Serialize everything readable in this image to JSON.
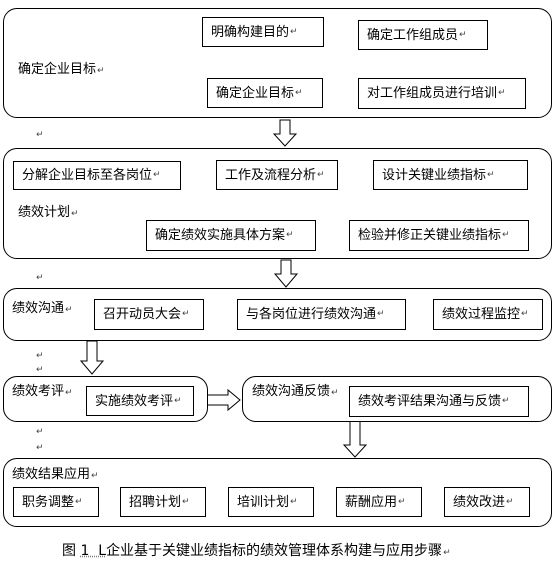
{
  "paragraph_mark": "↵",
  "stage1": {
    "label": "确定企业目标",
    "boxes": [
      "明确构建目的",
      "确定工作组成员",
      "确定企业目标",
      "对工作组成员进行培训"
    ]
  },
  "stage2": {
    "label": "绩效计划",
    "boxes": [
      "分解企业目标至各岗位",
      "工作及流程分析",
      "设计关键业绩指标",
      "确定绩效实施具体方案",
      "检验并修正关键业绩指标"
    ]
  },
  "stage3": {
    "label": "绩效沟通",
    "boxes": [
      "召开动员大会",
      "与各岗位进行绩效沟通",
      "绩效过程监控"
    ]
  },
  "stage4": {
    "label": "绩效考评",
    "boxes": [
      "实施绩效考评"
    ]
  },
  "stage5": {
    "label": "绩效沟通反馈",
    "boxes": [
      "绩效考评结果沟通与反馈"
    ]
  },
  "stage6": {
    "label": "绩效结果应用",
    "boxes": [
      "职务调整",
      "招聘计划",
      "培训计划",
      "薪酬应用",
      "绩效改进"
    ]
  },
  "caption": {
    "prefix": "图",
    "number": "1  L",
    "text": "企业基于关键业绩指标的绩效管理体系构建与应用步骤"
  }
}
